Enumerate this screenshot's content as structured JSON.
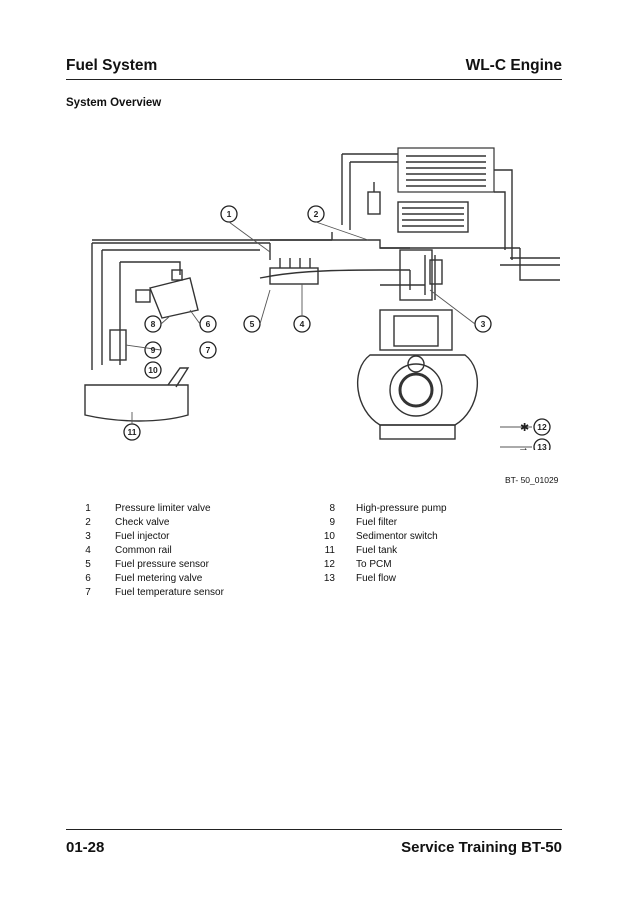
{
  "header": {
    "left": "Fuel System",
    "right": "WL-C Engine"
  },
  "section_title": "System Overview",
  "figure": {
    "id": "BT- 50_01029",
    "callouts": [
      "1",
      "2",
      "3",
      "4",
      "5",
      "6",
      "7",
      "8",
      "9",
      "10",
      "11",
      "12",
      "13"
    ],
    "key_sensor_symbol": "✱",
    "key_flow_symbol": "→"
  },
  "legend_left": [
    {
      "num": "1",
      "label": "Pressure limiter valve"
    },
    {
      "num": "2",
      "label": "Check valve"
    },
    {
      "num": "3",
      "label": "Fuel injector"
    },
    {
      "num": "4",
      "label": "Common rail"
    },
    {
      "num": "5",
      "label": "Fuel pressure sensor"
    },
    {
      "num": "6",
      "label": "Fuel metering valve"
    },
    {
      "num": "7",
      "label": "Fuel temperature sensor"
    }
  ],
  "legend_right": [
    {
      "num": "8",
      "label": "High-pressure pump"
    },
    {
      "num": "9",
      "label": "Fuel filter"
    },
    {
      "num": "10",
      "label": "Sedimentor switch"
    },
    {
      "num": "11",
      "label": "Fuel tank"
    },
    {
      "num": "12",
      "label": "To PCM"
    },
    {
      "num": "13",
      "label": "Fuel flow"
    }
  ],
  "footer": {
    "left": "01-28",
    "right": "Service Training BT-50"
  }
}
